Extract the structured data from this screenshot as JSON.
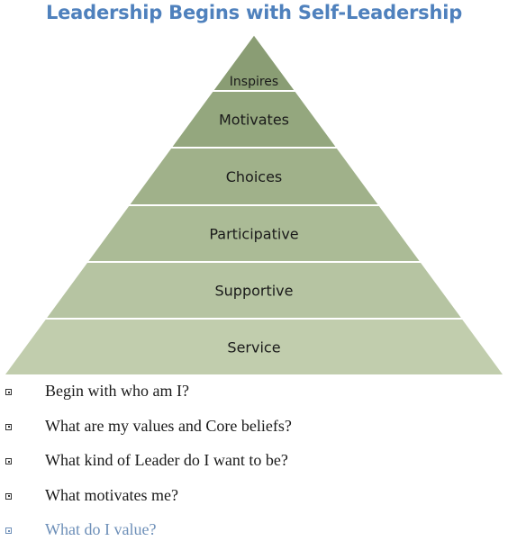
{
  "title": "Leadership Begins with Self-Leadership",
  "pyramid": {
    "tiers": [
      {
        "label": "Inspires",
        "color": "#8a9d74"
      },
      {
        "label": "Motivates",
        "color": "#94a77e"
      },
      {
        "label": "Choices",
        "color": "#a0b18a"
      },
      {
        "label": "Participative",
        "color": "#abbb96"
      },
      {
        "label": "Supportive",
        "color": "#b6c4a2"
      },
      {
        "label": "Service",
        "color": "#c1cdad"
      }
    ]
  },
  "bullets": [
    {
      "text": "Begin with who am I?"
    },
    {
      "text": "What are my values and Core beliefs?"
    },
    {
      "text": "What kind of Leader do I want to be?"
    },
    {
      "text": "What motivates me?"
    },
    {
      "text": "What do I value?"
    }
  ]
}
